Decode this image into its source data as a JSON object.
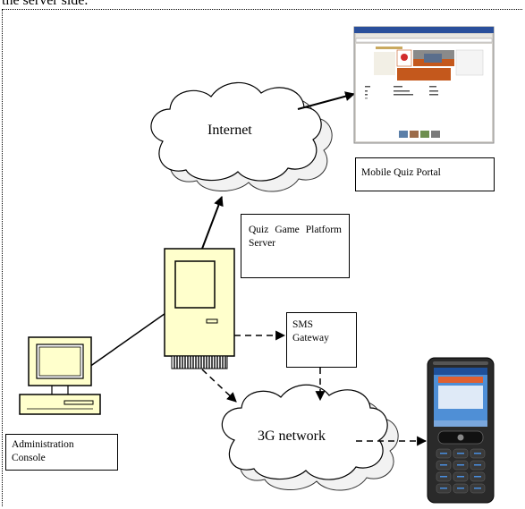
{
  "header": {
    "caption_fragment": "the server side."
  },
  "nodes": {
    "internet": {
      "label": "Internet"
    },
    "portal": {
      "label": "Mobile Quiz Portal"
    },
    "server": {
      "label": "Quiz Game Platform Server"
    },
    "sms_gateway": {
      "label_line1": "SMS",
      "label_line2": "Gateway"
    },
    "network": {
      "label": "3G network"
    },
    "admin": {
      "label_line1": "Administration",
      "label_line2": "Console"
    }
  },
  "colors": {
    "cloud_fill": "#ffffff",
    "device_beige": "#ffffcc",
    "monitor_screen": "#ffffcc",
    "phone_body": "#2a2a2a",
    "phone_screen": "#4f8fd6",
    "browser_accent": "#c4581c"
  }
}
